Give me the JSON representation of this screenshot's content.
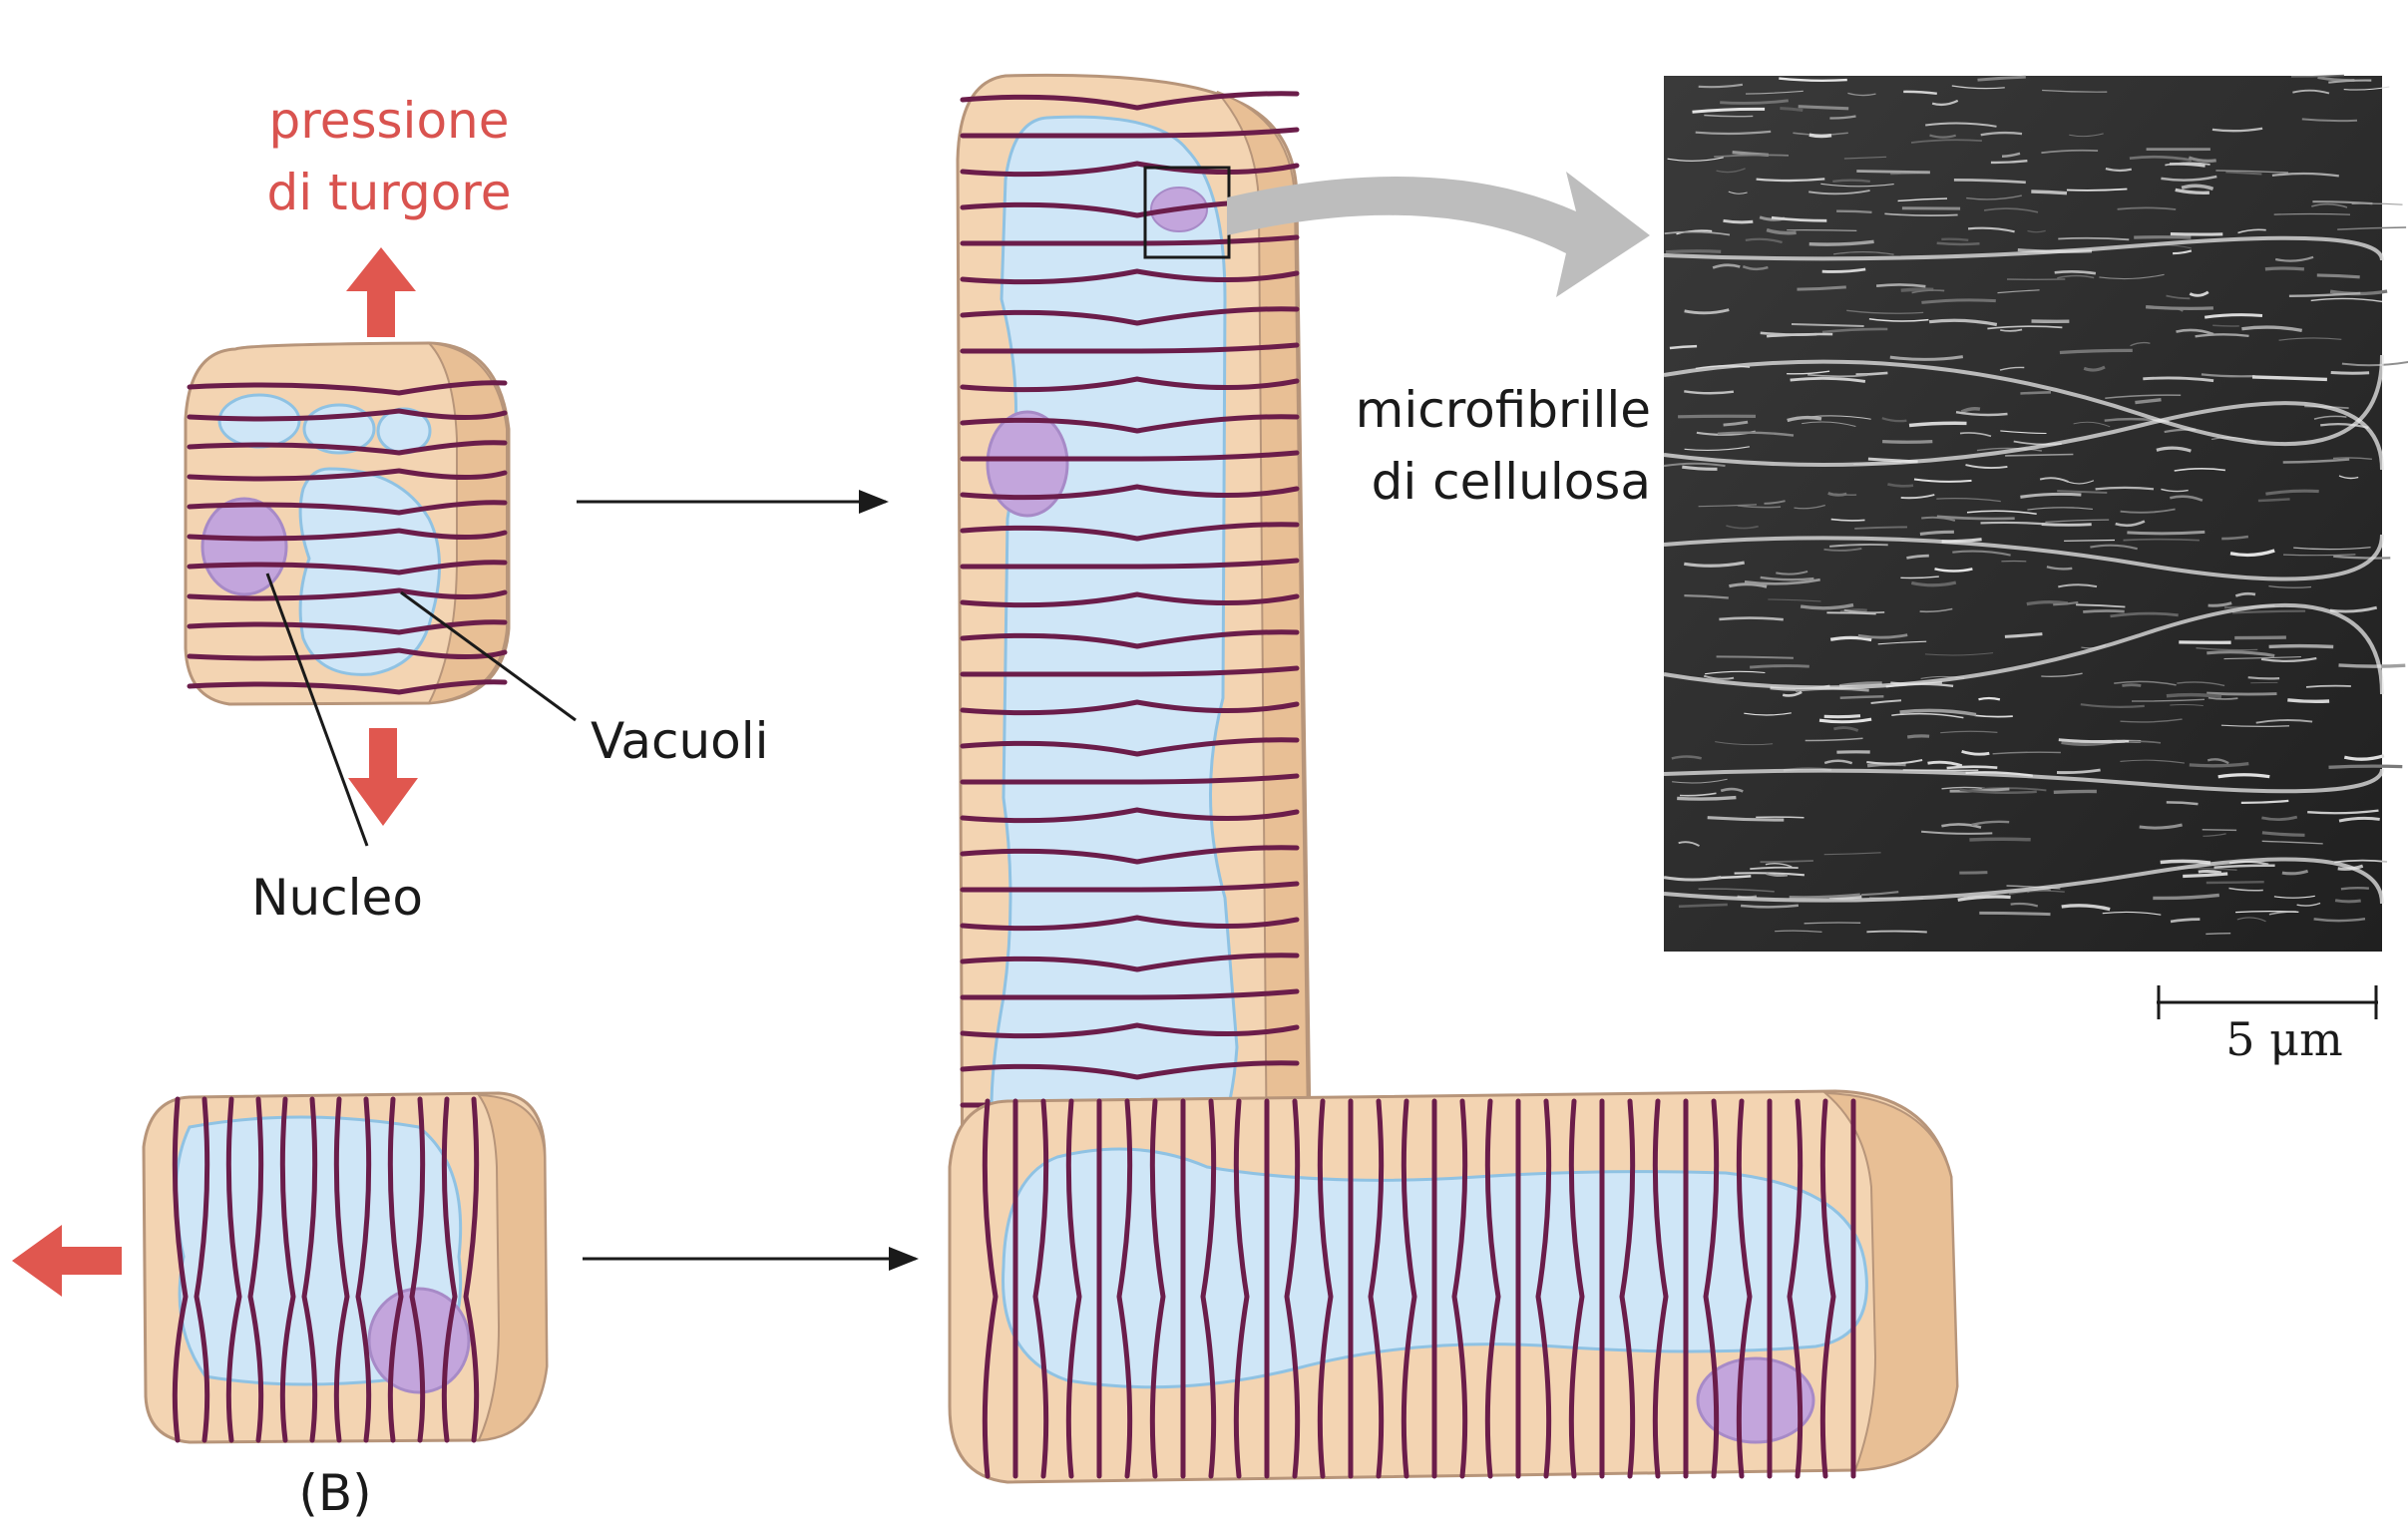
{
  "labels": {
    "turgor_line1": "pressione",
    "turgor_line2": "di turgore",
    "microfibrils_line1": "microfibrille",
    "microfibrils_line2": "di cellulosa",
    "vacuoles": "Vacuoli",
    "nucleus": "Nucleo",
    "scale_bar": "5 μm",
    "panel_b": "(B)"
  },
  "colors": {
    "cell_fill": "#f3d4b2",
    "cell_side": "#e8bf95",
    "cell_stroke": "#b7957a",
    "fibril": "#6b1d4a",
    "vacuole": "#cfe6f7",
    "vacuole_stroke": "#8fc2e3",
    "nucleus": "#c3a5dc",
    "arrow_red": "#e0574f",
    "curved_arrow": "#bdbdbd"
  }
}
